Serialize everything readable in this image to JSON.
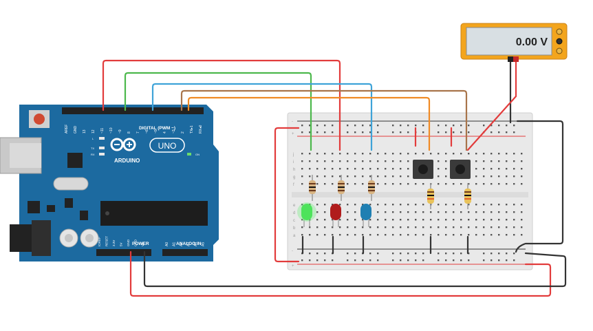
{
  "multimeter": {
    "reading": "0.00 V"
  },
  "arduino": {
    "brand": "ARDUINO",
    "model": "UNO",
    "digital_label": "DIGITAL (PWM ~)",
    "power_label": "POWER",
    "analog_label": "ANALOG IN",
    "on_label": "ON",
    "tx_label": "TX",
    "rx_label": "RX",
    "l_label": "L",
    "digital_pins": [
      "AREF",
      "GND",
      "13",
      "12",
      "~11",
      "~10",
      "~9",
      "8",
      "7",
      "~6",
      "~5",
      "4",
      "~3",
      "2",
      "TX▸1",
      "RX◂0"
    ],
    "power_pins": [
      "IOREF",
      "RESET",
      "3.3V",
      "5V",
      "GND",
      "GND",
      "Vin"
    ],
    "analog_pins": [
      "A0",
      "A1",
      "A2",
      "A3",
      "A4",
      "A5"
    ]
  },
  "breadboard": {
    "row_letters_top": [
      "j",
      "i",
      "h",
      "g",
      "f"
    ],
    "row_letters_bottom": [
      "e",
      "d",
      "c",
      "b",
      "a"
    ],
    "rail_plus": "+",
    "rail_minus": "-"
  },
  "components": {
    "leds": [
      {
        "name": "green-led",
        "color": "#3ddc4a"
      },
      {
        "name": "red-led",
        "color": "#b01c1c"
      },
      {
        "name": "blue-led",
        "color": "#1f7fb2"
      }
    ]
  },
  "colors": {
    "wire_red": "#e23b3b",
    "wire_green": "#4cb84c",
    "wire_blue": "#3ea3d8",
    "wire_brown": "#a8744a",
    "wire_orange": "#f08a24",
    "wire_black": "#333333",
    "board_blue": "#1c6aa0",
    "meter_body": "#f3a51d"
  }
}
